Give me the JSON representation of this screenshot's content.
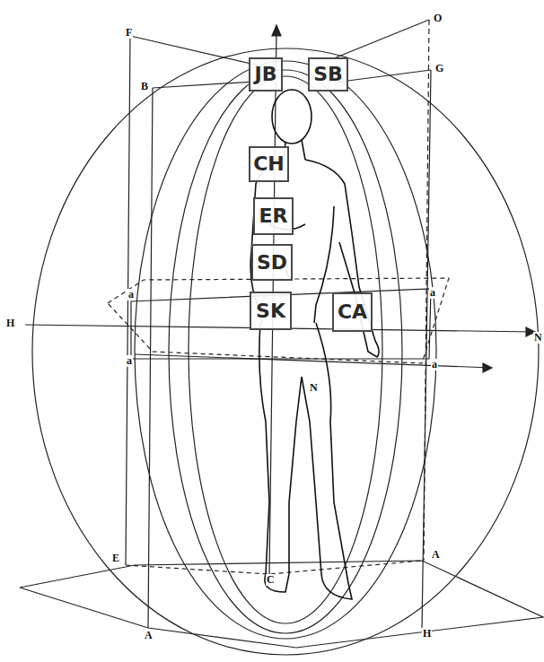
{
  "diagram": {
    "nodes": [
      {
        "text": [
          "JB"
        ]
      },
      {
        "text": [
          "SB"
        ]
      },
      {
        "text": [
          "CH"
        ]
      },
      {
        "text": [
          "ER"
        ]
      },
      {
        "text": [
          "SD"
        ]
      },
      {
        "text": [
          "SK"
        ]
      },
      {
        "text": [
          "CA"
        ]
      }
    ],
    "labels": [
      "F",
      "O",
      "B",
      "G",
      "H",
      "N",
      "a",
      "a",
      "a",
      "a",
      "N",
      "E",
      "A",
      "A",
      "H",
      "C"
    ]
  }
}
